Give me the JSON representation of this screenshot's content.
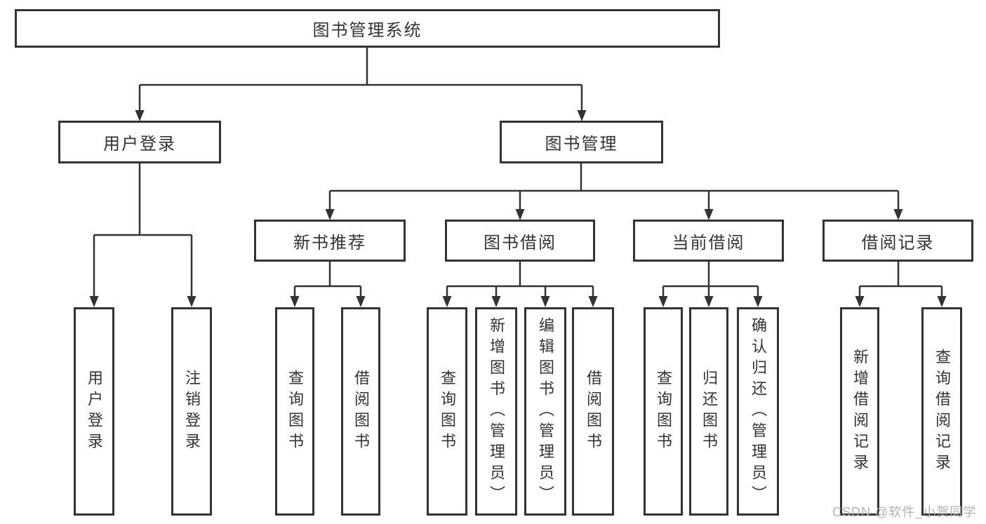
{
  "diagram": {
    "root": "图书管理系统",
    "user_login": {
      "label": "用户登录",
      "children": [
        "用户登录",
        "注销登录"
      ]
    },
    "book_management": {
      "label": "图书管理",
      "sections": [
        {
          "label": "新书推荐",
          "children": [
            "查询图书",
            "借阅图书"
          ]
        },
        {
          "label": "图书借阅",
          "children": [
            "查询图书",
            "新增图书（管理员）",
            "编辑图书（管理员）",
            "借阅图书"
          ]
        },
        {
          "label": "当前借阅",
          "children": [
            "查询图书",
            "归还图书",
            "确认归还（管理员）"
          ]
        },
        {
          "label": "借阅记录",
          "children": [
            "新增借阅记录",
            "查询借阅记录"
          ]
        }
      ]
    }
  },
  "watermark": "CSDN @软件_小贺同学",
  "colors": {
    "line": "#333333",
    "text": "#333333",
    "box_background": "#ffffff",
    "watermark": "#b2b2b2",
    "background": "#ffffff"
  }
}
